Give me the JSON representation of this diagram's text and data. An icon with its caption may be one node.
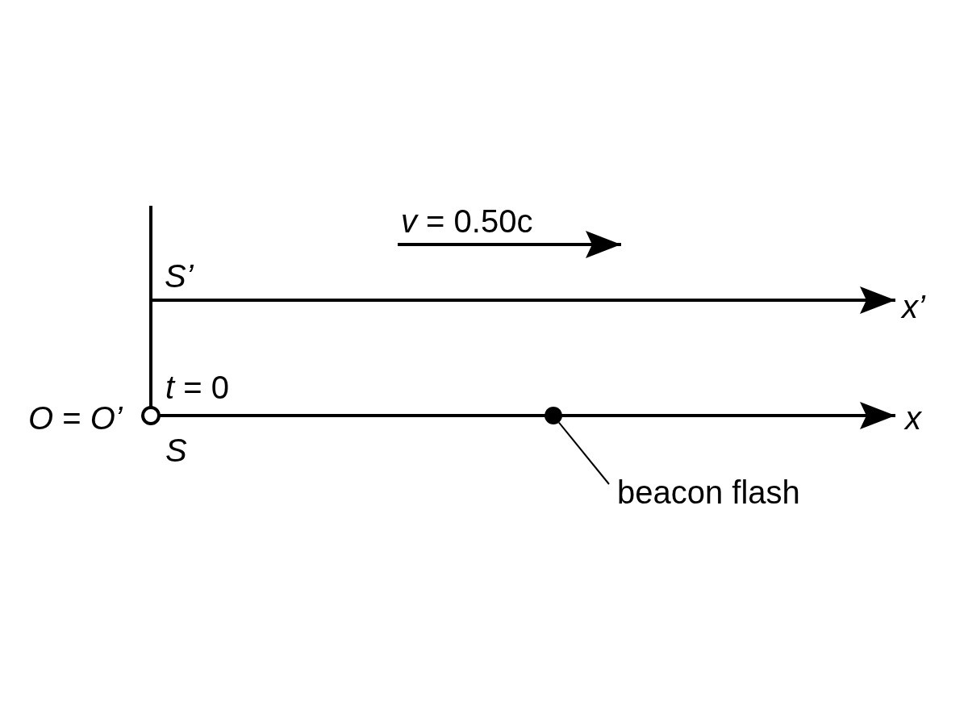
{
  "diagram": {
    "nodes": [
      {
        "text": [
          "beacon flash"
        ]
      },
      {
        "text": [],
        "shape": "circle"
      }
    ],
    "edges": [
      {
        "from": 0,
        "to": 1,
        "arrow": "none"
      }
    ],
    "labels": [
      "*v* = 0.50c",
      "S’",
      "x’",
      "*t* = 0",
      "*O* = *O’*",
      "S",
      "x"
    ]
  }
}
